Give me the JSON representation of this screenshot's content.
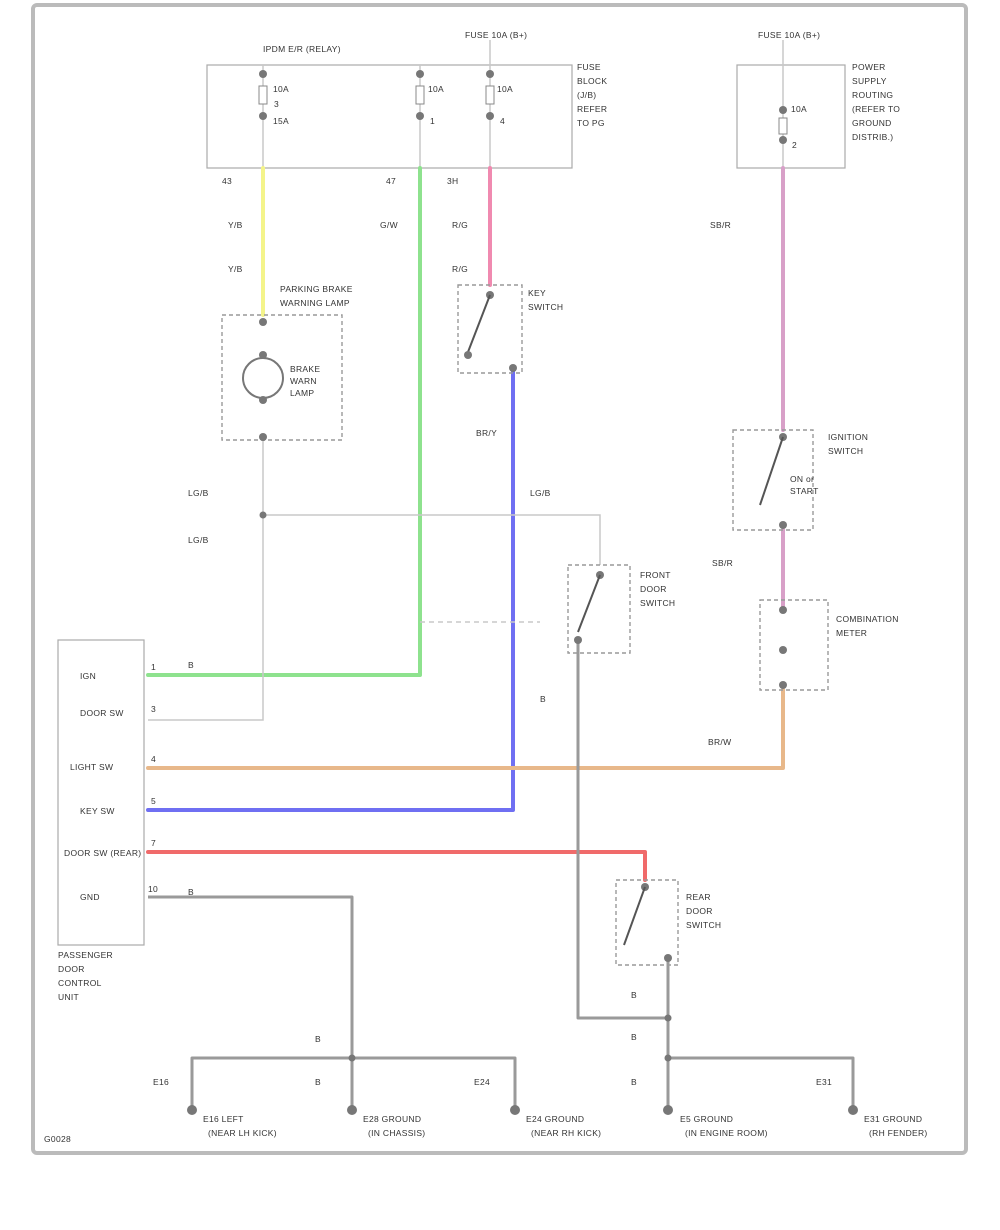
{
  "diagram_id": "G0028",
  "fuse_blocks": {
    "ipdm": "IPDM E/R (RELAY)",
    "fuse_a": "FUSE 10A (B+)",
    "fuse_b": "FUSE 10A (B+)",
    "fuse_rating_1": "10A",
    "fuse_rating_2": "15A",
    "fuse_rating_3": "10A",
    "fuse_rating_4": "10A",
    "fuse_rating_5": "10A",
    "pin_1": "3",
    "pin_2": "1",
    "pin_3": "4",
    "pin_4": "2"
  },
  "box_notes": {
    "fuse_note": [
      "FUSE",
      "BLOCK",
      "(J/B)",
      "REFER",
      "TO PG"
    ],
    "right_note": [
      "POWER",
      "SUPPLY",
      "ROUTING",
      "(REFER TO",
      "GROUND",
      "DISTRIB.)"
    ]
  },
  "terminals": {
    "t_left": "43",
    "t_mid": "47",
    "t_right": "3H"
  },
  "wire_labels": {
    "yel_1": "Y/B",
    "yel_2": "Y/B",
    "grn": "G/W",
    "pink_1": "R/G",
    "pink_2": "R/G",
    "sb_top": "SB/R",
    "blu": "BR/Y",
    "lgb_1": "LG/B",
    "lgb_2": "LG/B",
    "lgb_3": "LG/B",
    "sbr_mid": "SB/R",
    "brw": "BR/W",
    "g_1": "B",
    "g_2": "B",
    "g_3": "B",
    "g_4": "B",
    "g_5": "B",
    "g_6": "B",
    "g_7": "B",
    "g_8": "B"
  },
  "components": {
    "indicator": [
      "PARKING BRAKE",
      "WARNING LAMP"
    ],
    "indicator_inner": [
      "BRAKE",
      "WARN",
      "LAMP"
    ],
    "key_switch": [
      "KEY",
      "SWITCH"
    ],
    "ignition": [
      "IGNITION",
      "SWITCH"
    ],
    "ignition_inner": [
      "ON or",
      "START"
    ],
    "front_door": [
      "FRONT",
      "DOOR",
      "SWITCH"
    ],
    "front_dimension": [
      "COMBINATION",
      "METER"
    ],
    "rear_door": [
      "REAR",
      "DOOR",
      "SWITCH"
    ],
    "control_unit": [
      "PASSENGER",
      "DOOR",
      "CONTROL",
      "UNIT"
    ]
  },
  "control_unit_pins": [
    {
      "name": "IGN",
      "num": "1"
    },
    {
      "name": "DOOR SW",
      "num": "3"
    },
    {
      "name": "LIGHT SW",
      "num": "4"
    },
    {
      "name": "KEY SW",
      "num": "5"
    },
    {
      "name": "DOOR SW (REAR)",
      "num": "7"
    },
    {
      "name": "GND",
      "num": "10"
    }
  ],
  "grounds": [
    {
      "id": "E16",
      "label": [
        "E16 LEFT",
        "(NEAR LH KICK)"
      ]
    },
    {
      "id": "E28",
      "label": [
        "E28 GROUND",
        "(IN CHASSIS)"
      ]
    },
    {
      "id": "E24",
      "label": [
        "E24 GROUND",
        "(NEAR RH KICK)"
      ]
    },
    {
      "id": "E5",
      "label": [
        "E5 GROUND",
        "(IN ENGINE ROOM)"
      ]
    },
    {
      "id": "E31",
      "label": [
        "E31 GROUND",
        "(RH FENDER)"
      ]
    }
  ],
  "ground_tags": [
    "E16",
    "B",
    "E24",
    "B",
    "E31"
  ],
  "colors": {
    "yellow": "#f4f48a",
    "green": "#8ee28e",
    "pink": "#f08ab0",
    "blue": "#6f6ff2",
    "red": "#f06a6a",
    "orange": "#e8b88a",
    "mauve": "#d8a0c8",
    "gray": "#9a9a9a"
  }
}
